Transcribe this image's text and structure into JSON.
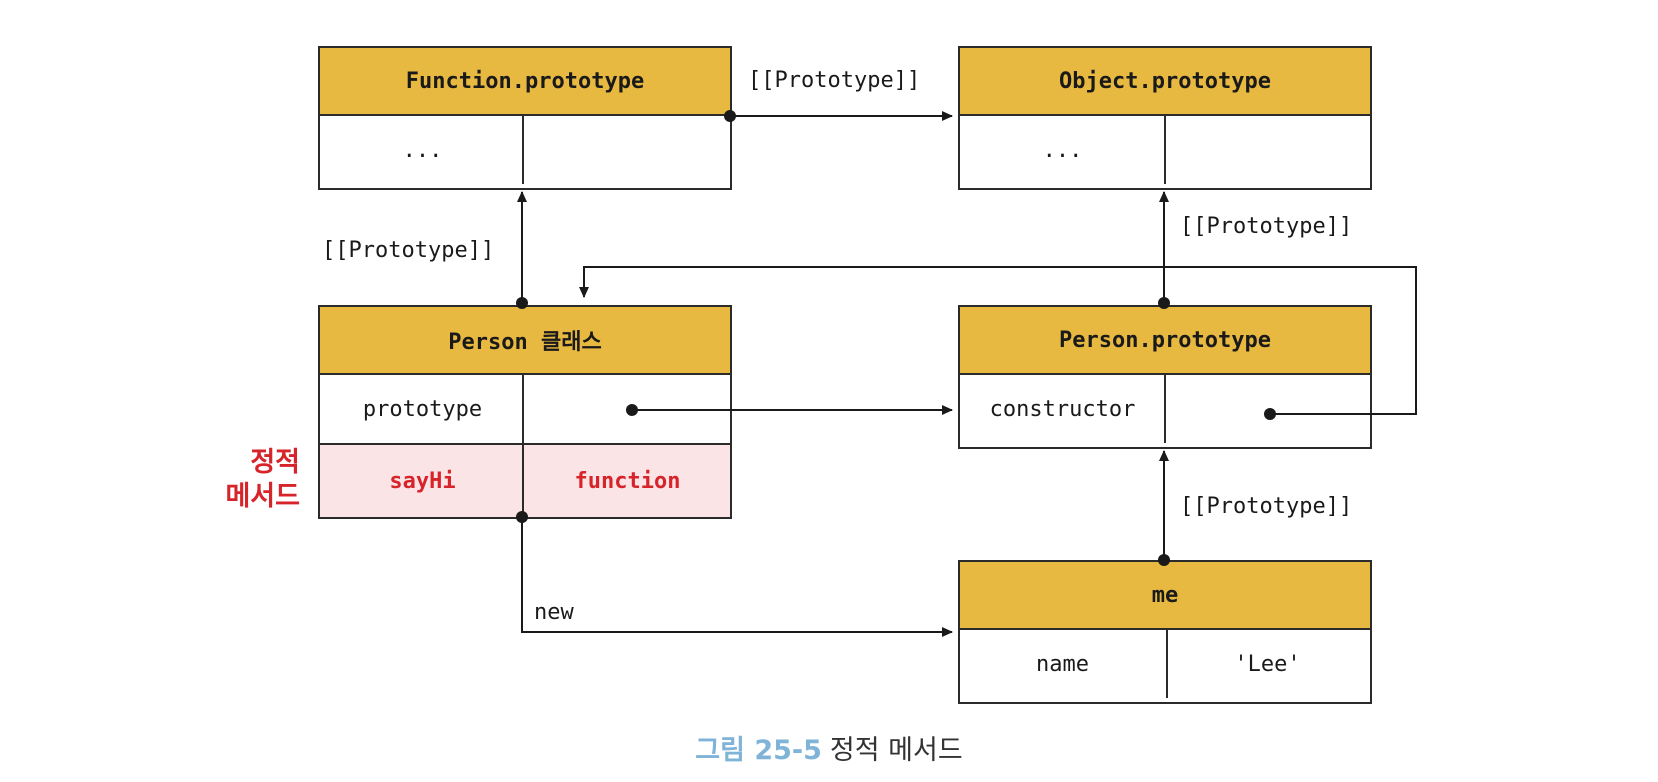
{
  "boxes": {
    "function_prototype": {
      "title": "Function.prototype",
      "row1_left": "...",
      "row1_right": ""
    },
    "object_prototype": {
      "title": "Object.prototype",
      "row1_left": "...",
      "row1_right": ""
    },
    "person_class": {
      "title": "Person 클래스",
      "row1_left": "prototype",
      "row1_right": "",
      "row2_left": "sayHi",
      "row2_right": "function"
    },
    "person_prototype": {
      "title": "Person.prototype",
      "row1_left": "constructor",
      "row1_right": ""
    },
    "me": {
      "title": "me",
      "row1_left": "name",
      "row1_right": "'Lee'"
    }
  },
  "labels": {
    "fn_to_obj": "[[Prototype]]",
    "class_to_fn": "[[Prototype]]",
    "proto_to_obj": "[[Prototype]]",
    "me_to_proto": "[[Prototype]]",
    "new_label": "new"
  },
  "side_label": {
    "line1": "정적",
    "line2": "메서드"
  },
  "caption": {
    "number": "그림 25-5",
    "title": "정적 메서드"
  },
  "colors": {
    "header": "#e8b941",
    "static_bg": "#fbe4e6",
    "static_text": "#d7232a",
    "caption_number": "#7fb3d8"
  }
}
